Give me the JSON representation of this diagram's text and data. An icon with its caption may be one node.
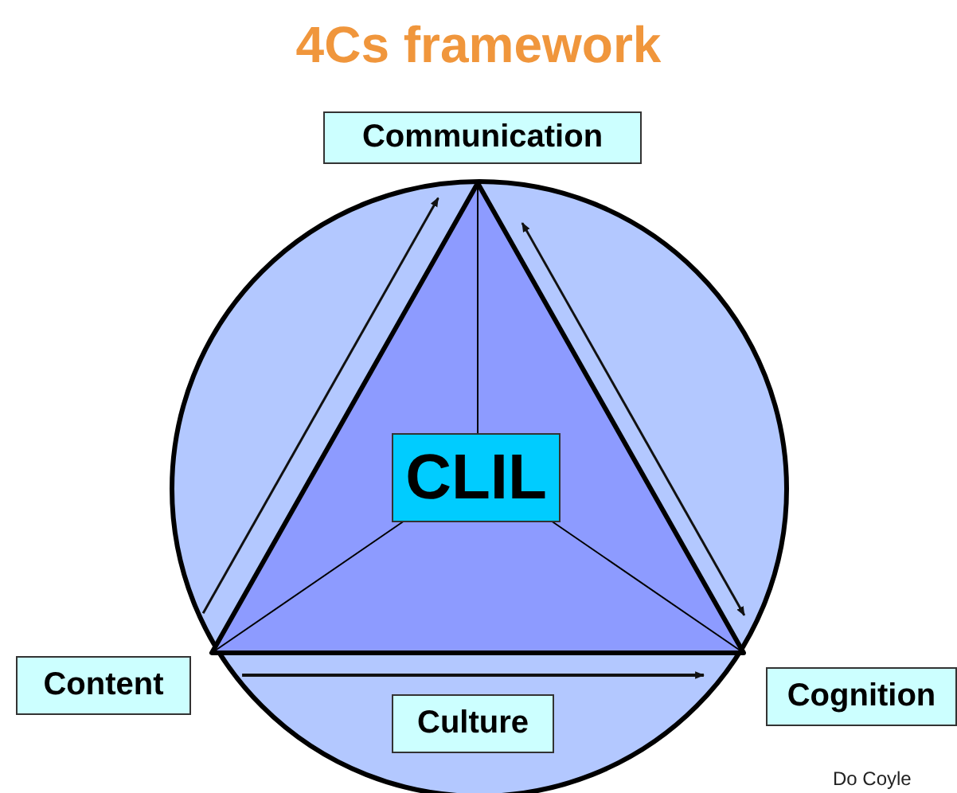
{
  "diagram": {
    "title": "4Cs framework",
    "nodes": [
      {
        "text": [
          "Communication"
        ]
      },
      {
        "text": [
          "CLIL"
        ]
      },
      {
        "text": [
          "Content"
        ]
      },
      {
        "text": [
          "Culture"
        ]
      },
      {
        "text": [
          "Cognition"
        ]
      }
    ],
    "edges": [
      {
        "from": 2,
        "to": 0,
        "arrow": "to"
      },
      {
        "from": 0,
        "to": 4,
        "arrow": "both"
      },
      {
        "from": 2,
        "to": 4,
        "arrow": "to"
      }
    ],
    "labels": [
      "Do Coyle"
    ]
  }
}
